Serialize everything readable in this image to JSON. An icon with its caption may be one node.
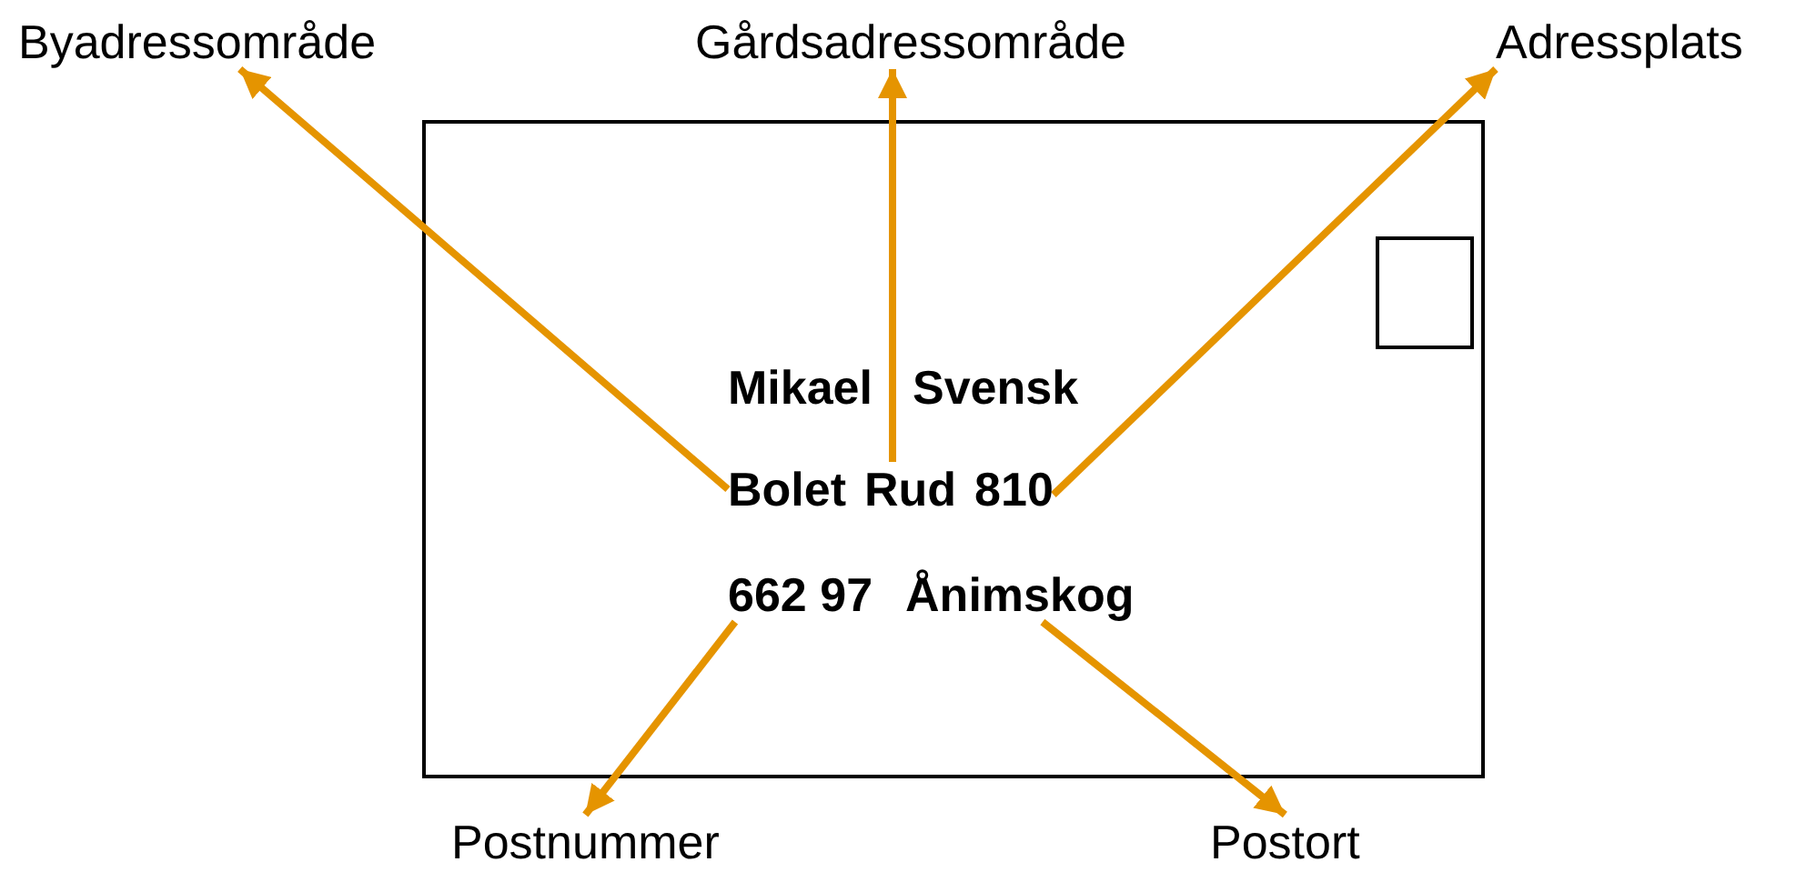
{
  "diagram": {
    "nodes": [
      {
        "text": [],
        "shape": "box"
      },
      {
        "text": [],
        "shape": "box",
        "in": 0
      },
      {
        "text": [
          "Mikael"
        ],
        "in": 0
      },
      {
        "text": [
          "Svensk"
        ],
        "in": 0
      },
      {
        "text": [
          "Bolet"
        ],
        "in": 0
      },
      {
        "text": [
          "Rud"
        ],
        "in": 0
      },
      {
        "text": [
          "810"
        ],
        "in": 0
      },
      {
        "text": [
          "662 97"
        ],
        "in": 0
      },
      {
        "text": [
          "Ånimskog"
        ],
        "in": 0
      },
      {
        "text": [
          "Byadressområde"
        ]
      },
      {
        "text": [
          "Gårdsadressområde"
        ]
      },
      {
        "text": [
          "Adressplats"
        ]
      },
      {
        "text": [
          "Postnummer"
        ]
      },
      {
        "text": [
          "Postort"
        ]
      }
    ],
    "edges": [
      {
        "from": 4,
        "to": 9,
        "arrow": "to"
      },
      {
        "from": 5,
        "to": 10,
        "arrow": "to"
      },
      {
        "from": 6,
        "to": 11,
        "arrow": "to"
      },
      {
        "from": 7,
        "to": 12,
        "arrow": "to"
      },
      {
        "from": 8,
        "to": 13,
        "arrow": "to"
      }
    ]
  }
}
